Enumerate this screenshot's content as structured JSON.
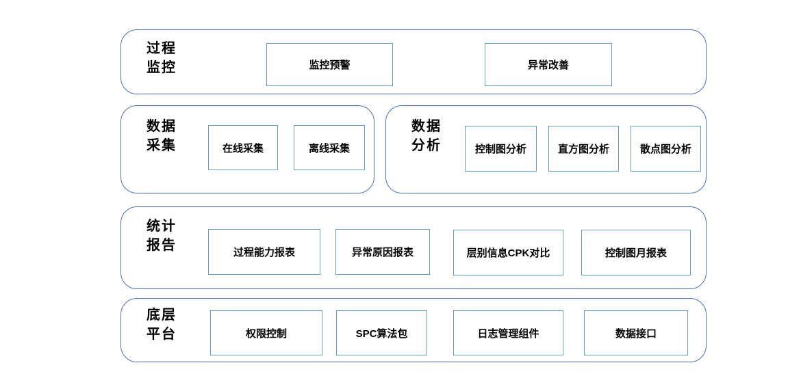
{
  "diagram": {
    "colors": {
      "layer_border": "#4472C4",
      "box_border": "#5B9BD5",
      "text": "#000000",
      "background": "#FFFFFF"
    },
    "layers": [
      {
        "title_lines": [
          "过程",
          "监控"
        ],
        "boxes": [
          {
            "label": "监控预警"
          },
          {
            "label": "异常改善"
          }
        ]
      },
      {
        "title_lines": [
          "数据",
          "采集"
        ],
        "boxes": [
          {
            "label": "在线采集"
          },
          {
            "label": "离线采集"
          }
        ]
      },
      {
        "title_lines": [
          "数据",
          "分析"
        ],
        "boxes": [
          {
            "label": "控制图分析"
          },
          {
            "label": "直方图分析"
          },
          {
            "label": "散点图分析"
          }
        ]
      },
      {
        "title_lines": [
          "统计",
          "报告"
        ],
        "boxes": [
          {
            "label": "过程能力报表"
          },
          {
            "label": "异常原因报表"
          },
          {
            "label": "层别信息CPK对比"
          },
          {
            "label": "控制图月报表"
          }
        ]
      },
      {
        "title_lines": [
          "底层",
          "平台"
        ],
        "boxes": [
          {
            "label": "权限控制"
          },
          {
            "label": "SPC算法包"
          },
          {
            "label": "日志管理组件"
          },
          {
            "label": "数据接口"
          }
        ]
      }
    ]
  }
}
